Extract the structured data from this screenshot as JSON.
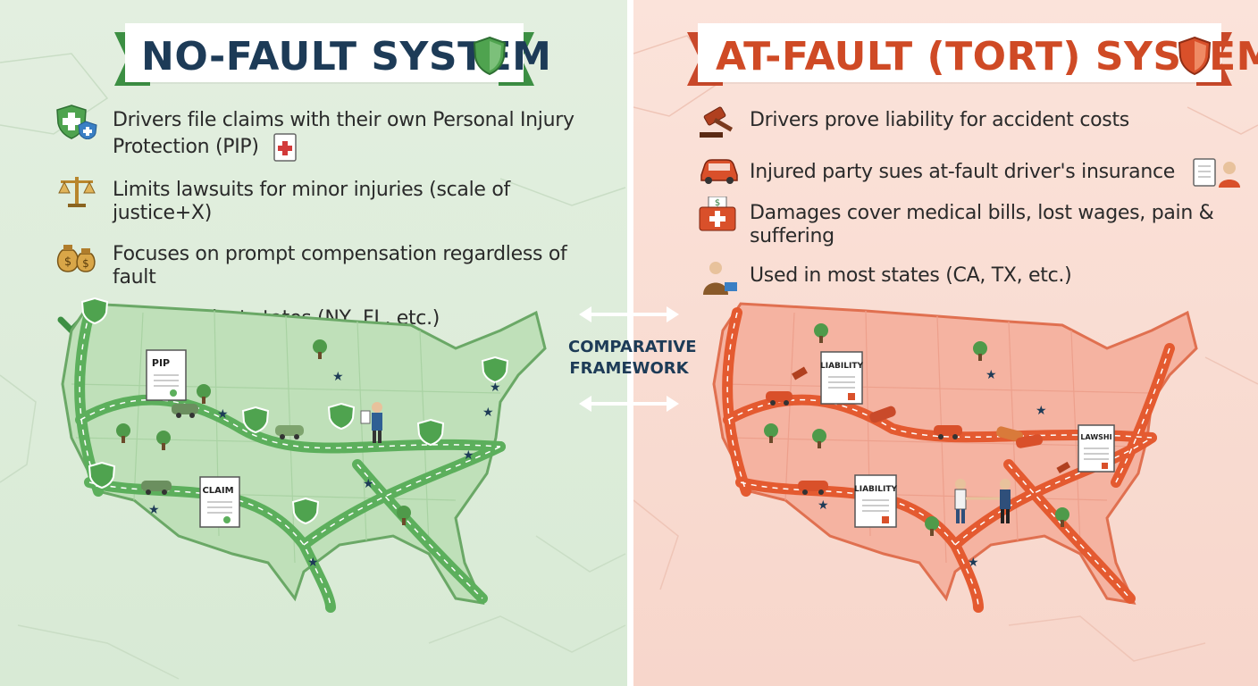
{
  "left": {
    "title": "NO-FAULT SYSTEM",
    "accent": "#3c8f43",
    "title_color": "#1d3b57",
    "bullets": [
      {
        "icon": "shield-cross-icon",
        "text": "Drivers file claims with their own Personal Injury Protection (PIP)"
      },
      {
        "icon": "scale-of-justice-icon",
        "text": "Limits lawsuits for minor injuries (scale of justice+X)"
      },
      {
        "icon": "money-bags-icon",
        "text": "Focuses on prompt compensation regardless of fault"
      },
      {
        "icon": "checkmark-icon",
        "text": "Used in select states (NY, FL, etc.)"
      }
    ],
    "map": {
      "doc_pip": "PIP",
      "doc_claim": "CLAIM"
    }
  },
  "right": {
    "title": "AT-FAULT (TORT) SYSTEM",
    "accent": "#d9502a",
    "title_color": "#cf4a25",
    "bullets": [
      {
        "icon": "gavel-icon",
        "text": "Drivers prove liability for accident costs"
      },
      {
        "icon": "car-icon",
        "text": "Injured party sues at-fault driver's insurance"
      },
      {
        "icon": "medical-kit-icon",
        "text": "Damages cover medical bills, lost wages, pain & suffering"
      },
      {
        "icon": "lawyer-icon",
        "text": "Used in most states (CA, TX, etc.)"
      }
    ],
    "map": {
      "doc_liability_1": "LIABILITY",
      "doc_liability_2": "LIABILITY",
      "doc_lawsuit": "LAWSHI"
    }
  },
  "center": {
    "line1": "COMPARATIVE",
    "line2": "FRAMEWORK"
  }
}
